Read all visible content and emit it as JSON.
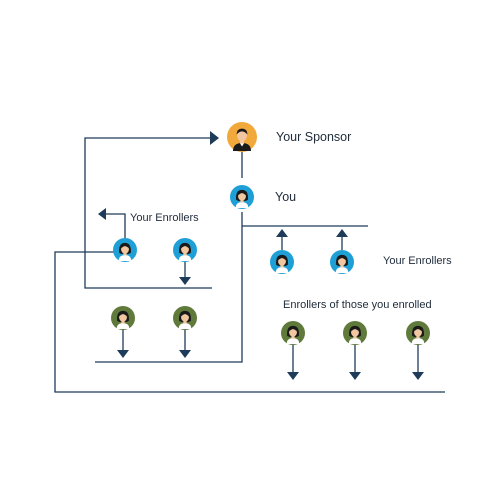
{
  "labels": {
    "sponsor": "Your Sponsor",
    "you": "You",
    "enrollers_left": "Your Enrollers",
    "enrollers_right": "Your Enrollers",
    "sub_enrollers": "Enrollers of those you enrolled"
  },
  "colors": {
    "line": "#1f3b5a",
    "arrow": "#1f3b5a",
    "sponsor_circle": "#f2a93b",
    "you_circle": "#1ea0d6",
    "enroller_circle": "#1ea0d6",
    "sub_enroller_circle": "#5f7a3a",
    "text": "#1f2b3a"
  },
  "icons": {
    "sponsor": "male-avatar-icon",
    "you": "female-avatar-icon",
    "enroller": "female-avatar-icon",
    "sub_enroller": "female-avatar-icon"
  }
}
